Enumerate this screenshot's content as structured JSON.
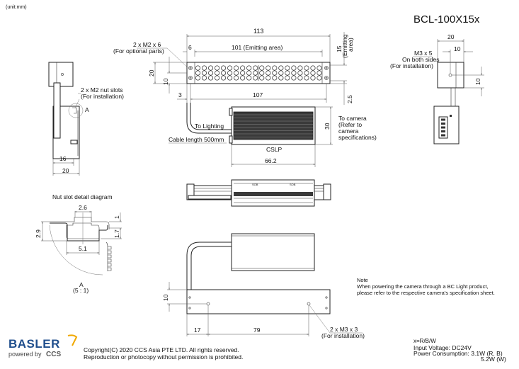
{
  "unit_label": "(unit:mm)",
  "title": "BCL-100X15x",
  "front_view": {
    "callout_screws": [
      "2 x M2 x 6",
      "(For optional parts)"
    ],
    "dim_total_width": "113",
    "dim_side_offset": "6",
    "dim_emitting_width": "101 (Emitting area)",
    "dim_emitting_height": [
      "15",
      "(Emitting",
      "area)"
    ],
    "dim_height": "20",
    "dim_hole_height": "10",
    "dim_left_offset": "3",
    "dim_hole_pitch": "107",
    "dim_bottom_offset": "2.5",
    "led_rows": 3,
    "led_cols": 20
  },
  "controller": {
    "label": "CSLP",
    "to_lighting": "To Lighting",
    "cable_length": "Cable length 500mm",
    "to_camera": [
      "To camera",
      "(Refer to",
      "camera",
      "specifications)"
    ],
    "dim_height": "30",
    "dim_width": "66.2"
  },
  "side_view": {
    "callout_nut": [
      "2 x M2 nut slots",
      "(For installation)"
    ],
    "detail_marker": "A",
    "dim_inner": "16",
    "dim_outer": "20"
  },
  "right_view": {
    "callout": [
      "M3 x 5",
      "On both sides",
      "(For installation)"
    ],
    "dim_width": "20",
    "dim_half": "10",
    "dim_height": "10"
  },
  "nut_detail": {
    "title": "Nut slot detail diagram",
    "dim_top": "2.6",
    "dim_right_top": "1",
    "dim_right_mid": "1.7",
    "dim_left": "2.9",
    "dim_bottom": "5.1",
    "label": "A",
    "scale": "(5 : 1)"
  },
  "bottom_view": {
    "dim_hole_offset": "10",
    "dim_left": "17",
    "dim_pitch": "79",
    "callout": [
      "2 x M3 x 3",
      "(For installation)"
    ]
  },
  "note": {
    "heading": "Note",
    "lines": [
      "When powering the camera through a BC Light product,",
      "please refer to the respective camera's specification sheet."
    ]
  },
  "specs": {
    "variant": "x=R/B/W",
    "voltage": "Input Voltage: DC24V",
    "power_label": "Power Consumption: 3.1W (R, B)",
    "power_w": "5.2W (W)"
  },
  "logo": {
    "brand": "BASLER",
    "powered": "powered by",
    "partner": "CCS",
    "brand_color": "#1f4e8c",
    "accent_color": "#f0a800"
  },
  "copyright": [
    "Copyright(C) 2020 CCS Asia PTE LTD. All rights reserved.",
    "Reproduction or photocopy without permission is prohibited."
  ]
}
